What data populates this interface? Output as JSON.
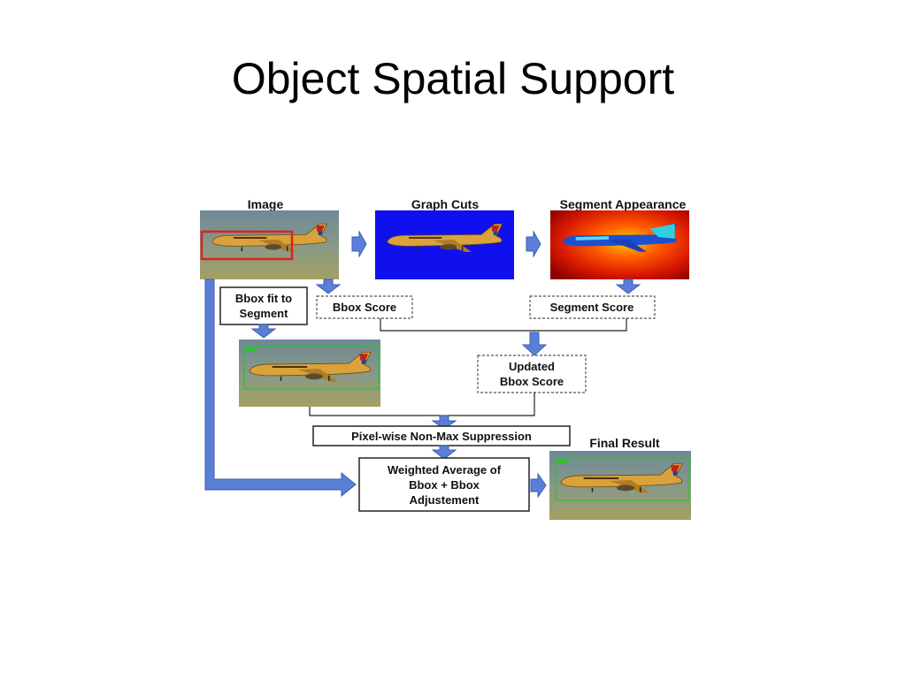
{
  "slide": {
    "title": "Object Spatial Support"
  },
  "diagram": {
    "panel_labels": {
      "image": "Image",
      "graph_cuts": "Graph Cuts",
      "segment_appearance": "Segment Appearance",
      "final_result": "Final Result"
    },
    "boxes": {
      "bbox_fit": [
        "Bbox fit to",
        "Segment"
      ],
      "bbox_score": "Bbox Score",
      "segment_score": "Segment Score",
      "updated_score": [
        "Updated",
        "Bbox Score"
      ],
      "nms": "Pixel-wise Non-Max Suppression",
      "weighted_avg": [
        "Weighted Average of",
        "Bbox + Bbox",
        "Adjustement"
      ]
    },
    "colors": {
      "arrow": "#5b7fd6",
      "arrow_stroke": "#3a5db8",
      "detection_box": "#e02020",
      "fitted_box": "#30c030",
      "graph_cut_bg": "#1010ee",
      "segment_bg": "#cc1a00",
      "airplane_body": "#d9a23a"
    }
  }
}
